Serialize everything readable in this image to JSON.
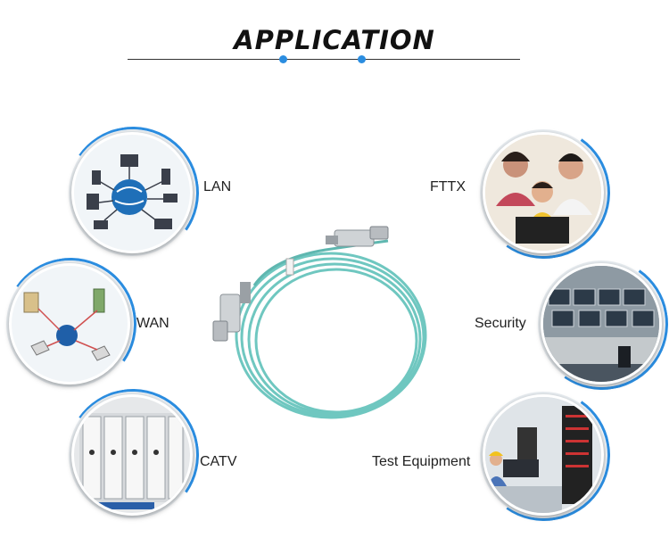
{
  "header": {
    "title": "APPLICATION"
  },
  "applications": {
    "lan": {
      "label": "LAN",
      "icon": "network-icon"
    },
    "wan": {
      "label": "WAN",
      "icon": "globe-network-icon"
    },
    "catv": {
      "label": "CATV",
      "icon": "catv-rack-icon"
    },
    "fttx": {
      "label": "FTTX",
      "icon": "family-computer-photo"
    },
    "security": {
      "label": "Security",
      "icon": "monitoring-room-photo"
    },
    "test": {
      "label": "Test Equipment",
      "icon": "datacenter-photo"
    }
  },
  "product": {
    "icon": "fiber-patch-cable-image"
  },
  "colors": {
    "accent": "#2b8de0",
    "cable": "#6fc7c0"
  }
}
